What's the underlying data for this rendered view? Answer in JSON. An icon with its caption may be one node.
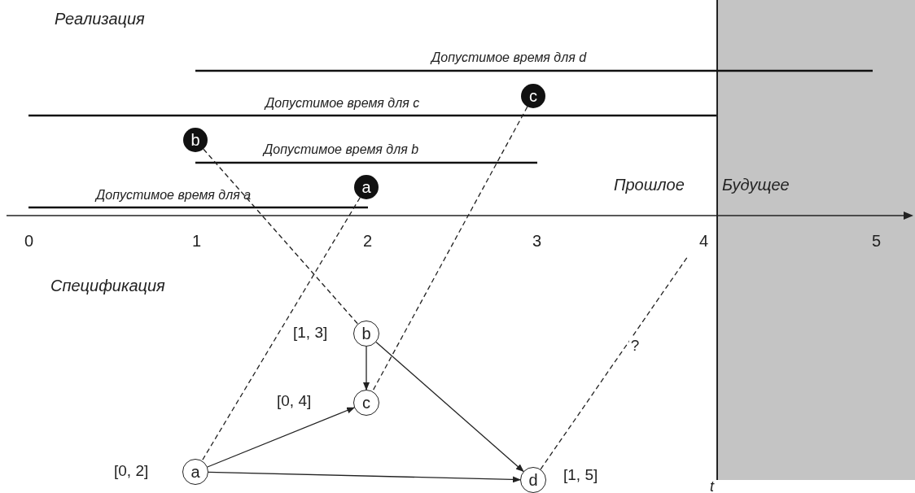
{
  "diagram": {
    "nodes": [
      {
        "text": [
          "c"
        ]
      },
      {
        "text": [
          "b"
        ]
      },
      {
        "text": [
          "a"
        ]
      },
      {
        "text": [
          "b"
        ],
        "beside": [
          "[1, 3]"
        ]
      },
      {
        "text": [
          "c"
        ],
        "beside": [
          "[0, 4]"
        ]
      },
      {
        "text": [
          "a"
        ],
        "beside": [
          "[0, 2]"
        ]
      },
      {
        "text": [
          "d"
        ],
        "beside": [
          "[1, 5]"
        ]
      }
    ],
    "edges": [
      {
        "from": 1,
        "to": 3,
        "arrow": "none",
        "style": "dashed"
      },
      {
        "from": 2,
        "to": 5,
        "arrow": "none",
        "style": "dashed"
      },
      {
        "from": 0,
        "to": 4,
        "arrow": "none",
        "style": "dashed"
      },
      {
        "from": 3,
        "to": 4,
        "arrow": "to"
      },
      {
        "from": 3,
        "to": 6,
        "arrow": "to"
      },
      {
        "from": 5,
        "to": 4,
        "arrow": "to"
      },
      {
        "from": 5,
        "to": 6,
        "arrow": "to"
      },
      {
        "from": 6,
        "to": null,
        "arrow": "none",
        "style": "dashed",
        "label": "?"
      }
    ],
    "labels": [
      "Реализация",
      "Допустимое время для d",
      "Допустимое время для c",
      "Допустимое время для b",
      "Прошлое",
      "Будущее",
      "Допустимое время для a",
      "0",
      "1",
      "2",
      "3",
      "4",
      "5",
      "Спецификация",
      "t"
    ]
  }
}
